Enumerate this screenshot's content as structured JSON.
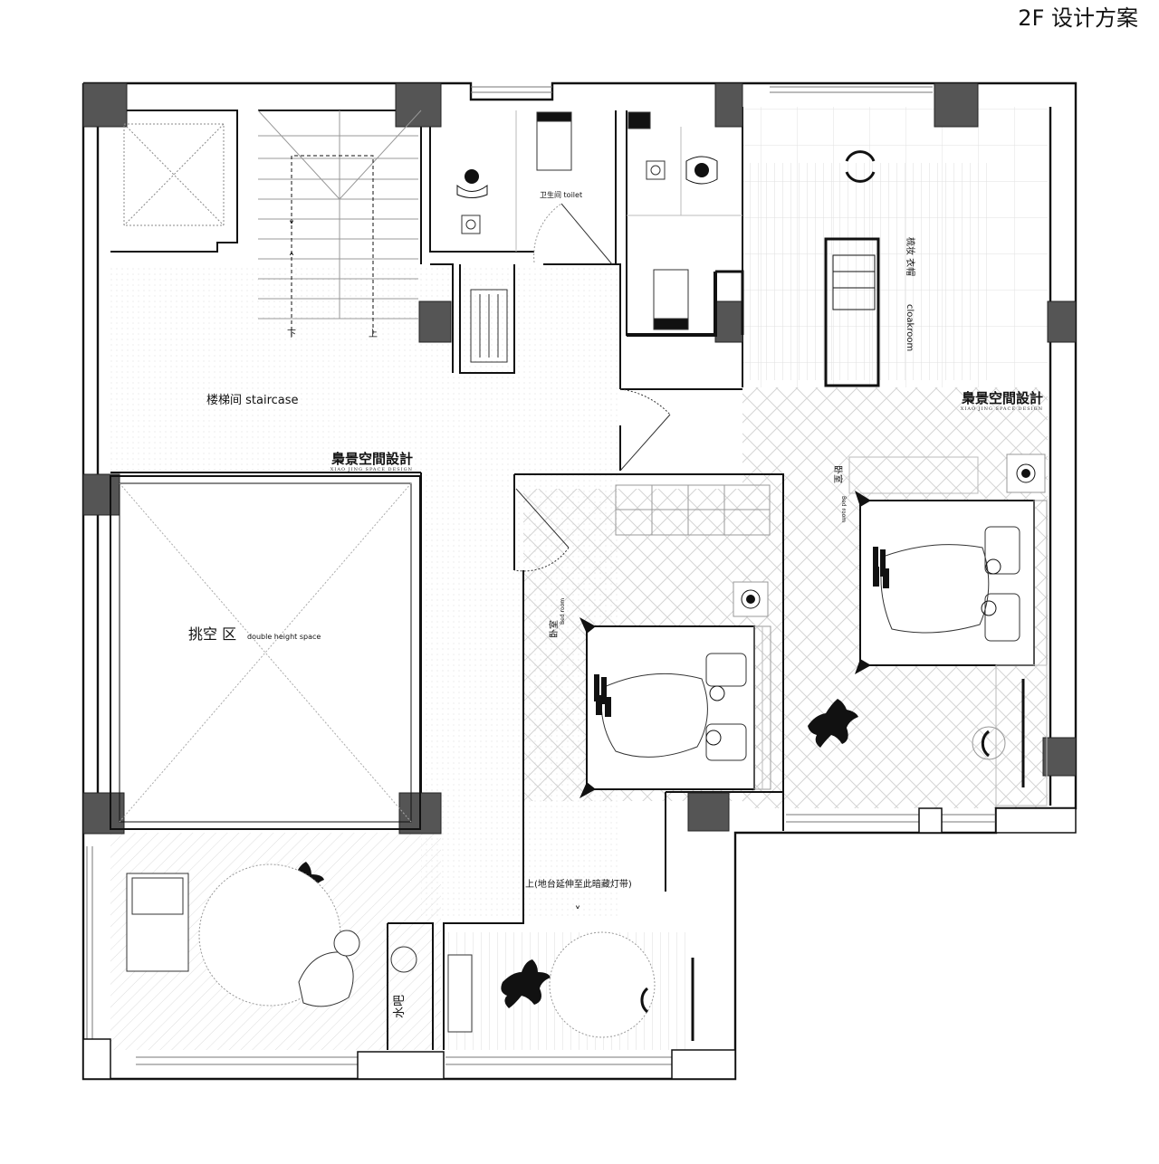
{
  "title": "2F  设计方案",
  "rooms": {
    "toilet": "卫生间 toilet",
    "cloakroom_zh": "梳妆  衣帽",
    "cloakroom_en": "cloakroom",
    "staircase": "楼梯间 staircase",
    "void_zh": "挑空 区",
    "void_en": "double height space",
    "bedroom1_zh": "卧室",
    "bedroom1_en": "Bed room",
    "bedroom2_zh": "卧室",
    "bedroom2_en": "Bed room",
    "bar": "水吧",
    "step_note": "上(地台延伸至此暗藏灯带)"
  },
  "stairs": {
    "down": "下",
    "up": "上"
  },
  "watermark": {
    "zh": "梟景空間設計",
    "en": "XIAO JING SPACE DESIGN"
  },
  "colors": {
    "wall": "#111111",
    "column": "#555555",
    "line": "#999999"
  }
}
